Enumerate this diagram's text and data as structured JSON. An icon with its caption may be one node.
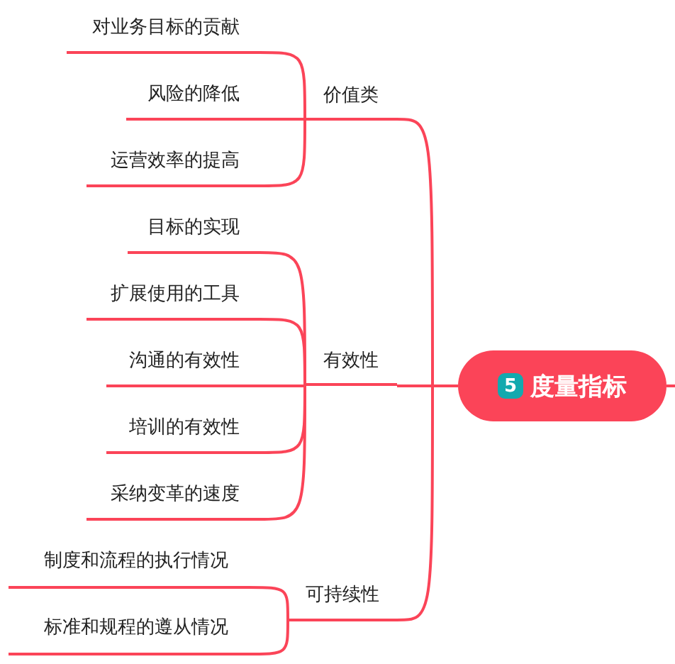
{
  "diagram": {
    "nodes": [
      {
        "text": [
          "5",
          "度量指标"
        ]
      },
      {
        "text": [
          "价值类"
        ]
      },
      {
        "text": [
          "对业务目标的贡献"
        ]
      },
      {
        "text": [
          "风险的降低"
        ]
      },
      {
        "text": [
          "运营效率的提高"
        ]
      },
      {
        "text": [
          "有效性"
        ]
      },
      {
        "text": [
          "目标的实现"
        ]
      },
      {
        "text": [
          "扩展使用的工具"
        ]
      },
      {
        "text": [
          "沟通的有效性"
        ]
      },
      {
        "text": [
          "培训的有效性"
        ]
      },
      {
        "text": [
          "采纳变革的速度"
        ]
      },
      {
        "text": [
          "可持续性"
        ]
      },
      {
        "text": [
          "制度和流程的执行情况"
        ]
      },
      {
        "text": [
          "标准和规程的遵从情况"
        ]
      }
    ],
    "edges": [
      {
        "from": 0,
        "to": null,
        "arrow": "none"
      },
      {
        "from": 0,
        "to": 1,
        "arrow": "none"
      },
      {
        "from": 0,
        "to": 5,
        "arrow": "none"
      },
      {
        "from": 0,
        "to": 11,
        "arrow": "none"
      },
      {
        "from": 1,
        "to": 2,
        "arrow": "none"
      },
      {
        "from": 1,
        "to": 3,
        "arrow": "none"
      },
      {
        "from": 1,
        "to": 4,
        "arrow": "none"
      },
      {
        "from": 5,
        "to": 6,
        "arrow": "none"
      },
      {
        "from": 5,
        "to": 7,
        "arrow": "none"
      },
      {
        "from": 5,
        "to": 8,
        "arrow": "none"
      },
      {
        "from": 5,
        "to": 9,
        "arrow": "none"
      },
      {
        "from": 5,
        "to": 10,
        "arrow": "none"
      },
      {
        "from": 11,
        "to": 12,
        "arrow": "none"
      },
      {
        "from": 11,
        "to": 13,
        "arrow": "none"
      }
    ]
  }
}
